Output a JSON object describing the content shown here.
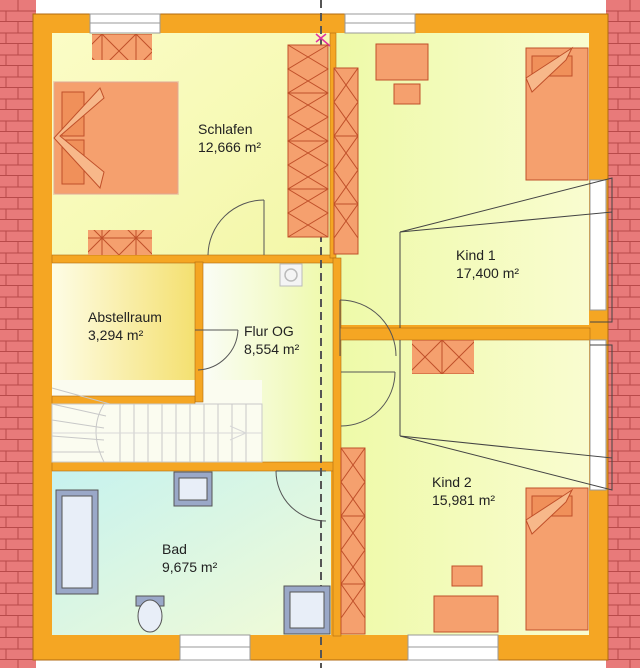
{
  "rooms": [
    {
      "id": "schlafen",
      "name": "Schlafen",
      "area": "12,666 m²"
    },
    {
      "id": "kind1",
      "name": "Kind 1",
      "area": "17,400 m²"
    },
    {
      "id": "abstellraum",
      "name": "Abstellraum",
      "area": "3,294 m²"
    },
    {
      "id": "flur",
      "name": "Flur OG",
      "area": "8,554 m²"
    },
    {
      "id": "kind2",
      "name": "Kind 2",
      "area": "15,981 m²"
    },
    {
      "id": "bad",
      "name": "Bad",
      "area": "9,675 m²"
    }
  ],
  "colors": {
    "roof_tiles": "#e87a7a",
    "walls": "#f5a623",
    "room_yellow": "#f8fab8",
    "room_green": "#e8f8b8",
    "bath": "#c8f4ec",
    "furniture": "#f5a06e",
    "furniture_stroke": "#c0502a",
    "sanitary": "#9aa8c8"
  }
}
